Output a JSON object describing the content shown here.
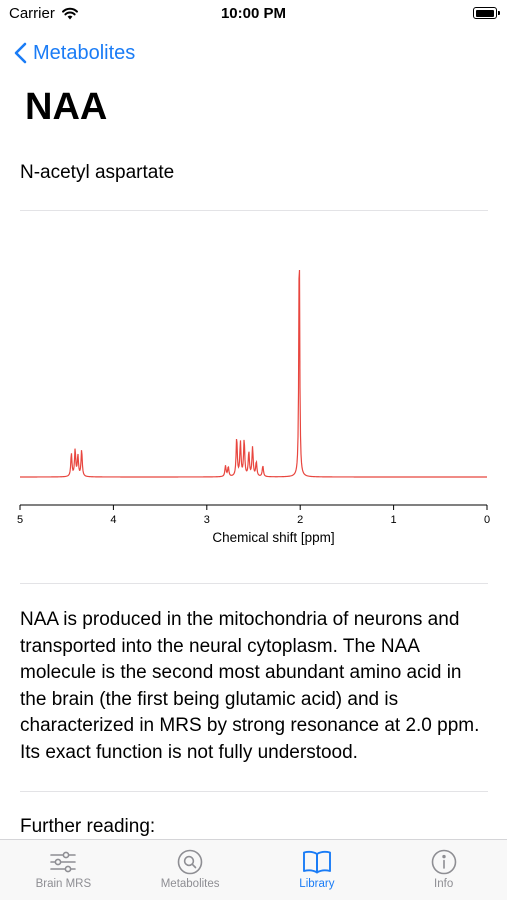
{
  "status_bar": {
    "carrier": "Carrier",
    "time": "10:00 PM",
    "battery_level": 1.0
  },
  "nav": {
    "back_label": "Metabolites"
  },
  "page": {
    "title": "NAA",
    "subtitle": "N-acetyl aspartate"
  },
  "chart_data": {
    "type": "line",
    "xlabel": "Chemical shift [ppm]",
    "ylabel": "",
    "xlim": [
      5,
      0
    ],
    "x_reversed": true,
    "x_ticks": [
      5,
      4,
      3,
      2,
      1,
      0
    ],
    "x_tick_labels": [
      "5",
      "4",
      "3",
      "2",
      "1",
      "0"
    ],
    "grid": false,
    "series": [
      {
        "color": "#e8463f",
        "peaks": [
          {
            "ppm": 4.45,
            "height": 0.095
          },
          {
            "ppm": 4.41,
            "height": 0.11
          },
          {
            "ppm": 4.38,
            "height": 0.085
          },
          {
            "ppm": 4.34,
            "height": 0.11
          },
          {
            "ppm": 2.8,
            "height": 0.045
          },
          {
            "ppm": 2.77,
            "height": 0.04
          },
          {
            "ppm": 2.68,
            "height": 0.16
          },
          {
            "ppm": 2.64,
            "height": 0.14
          },
          {
            "ppm": 2.6,
            "height": 0.15
          },
          {
            "ppm": 2.55,
            "height": 0.1
          },
          {
            "ppm": 2.51,
            "height": 0.12
          },
          {
            "ppm": 2.47,
            "height": 0.06
          },
          {
            "ppm": 2.4,
            "height": 0.045
          },
          {
            "ppm": 2.01,
            "height": 1.0
          }
        ]
      }
    ]
  },
  "description": "NAA is produced in the mitochondria of neurons and transported into the neural cytoplasm. The NAA molecule is the second most abundant amino acid in the brain (the first being glutamic acid) and is characterized in MRS by strong resonance at 2.0 ppm. Its exact function is not fully understood.",
  "further_reading": {
    "heading": "Further reading:"
  },
  "tab_bar": {
    "accent": "#1a7cf6",
    "inactive": "#8e8e93",
    "tabs": [
      {
        "label": "Brain MRS",
        "icon": "sliders-icon",
        "active": false
      },
      {
        "label": "Metabolites",
        "icon": "search-circle-icon",
        "active": false
      },
      {
        "label": "Library",
        "icon": "book-icon",
        "active": true
      },
      {
        "label": "Info",
        "icon": "info-circle-icon",
        "active": false
      }
    ]
  }
}
